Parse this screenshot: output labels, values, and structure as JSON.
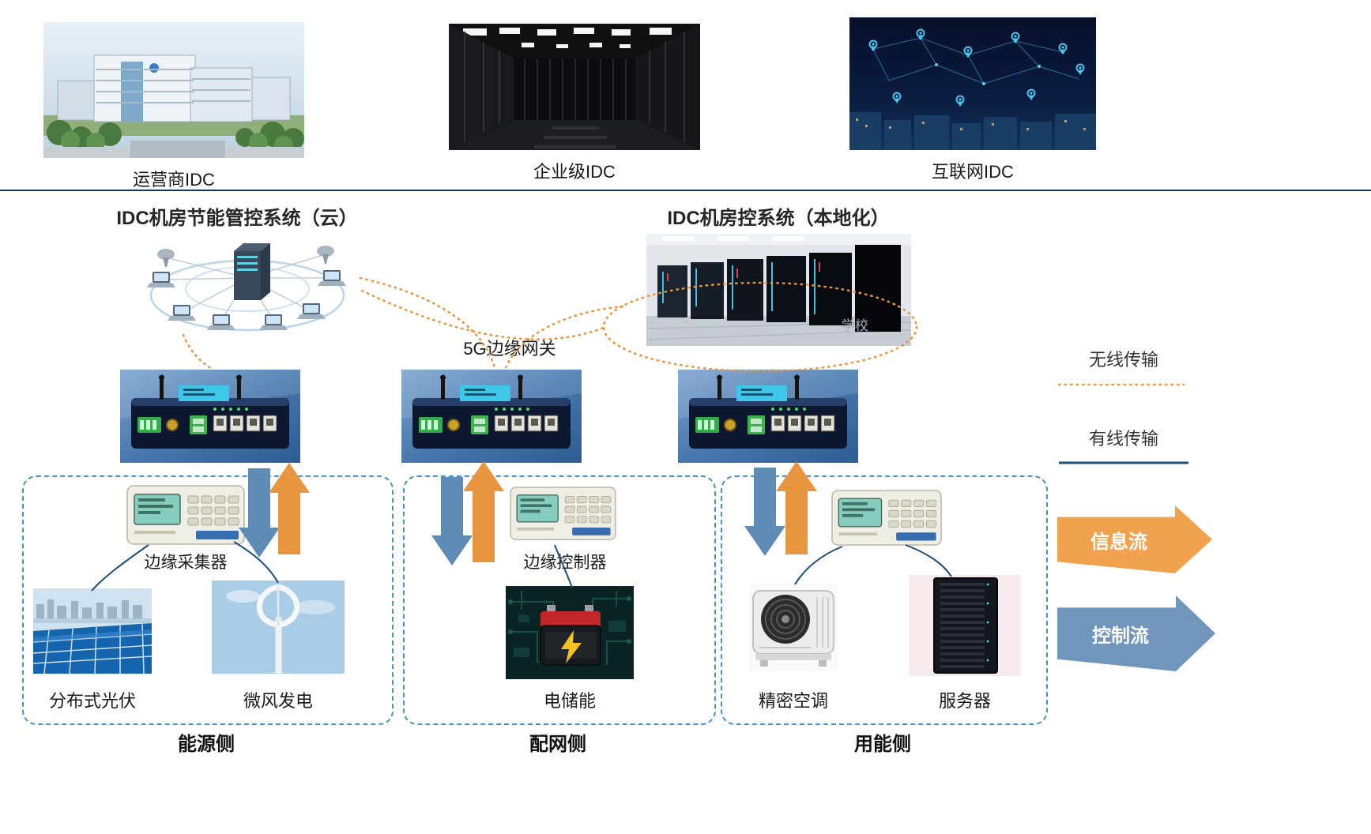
{
  "top_row": {
    "items": [
      {
        "id": "operator",
        "label": "运营商IDC"
      },
      {
        "id": "enterprise",
        "label": "企业级IDC"
      },
      {
        "id": "internet",
        "label": "互联网IDC"
      }
    ]
  },
  "systems": {
    "cloud_title": "IDC机房节能管控系统（云）",
    "local_title": "IDC机房控系统（本地化）",
    "local_watermark": "学校",
    "gateway_label": "5G边缘网关"
  },
  "legend": {
    "wireless_label": "无线传输",
    "wired_label": "有线传输",
    "info_flow_label": "信息流",
    "control_flow_label": "控制流"
  },
  "zones": {
    "energy": {
      "title": "能源侧",
      "device_label": "边缘采集器",
      "items": [
        {
          "label": "分布式光伏"
        },
        {
          "label": "微风发电"
        }
      ]
    },
    "grid": {
      "title": "配网侧",
      "device_label": "边缘控制器",
      "items": [
        {
          "label": "电储能"
        }
      ]
    },
    "load": {
      "title": "用能侧",
      "items": [
        {
          "label": "精密空调"
        },
        {
          "label": "服务器"
        }
      ]
    }
  },
  "colors": {
    "info_flow_orange": "#F0A24F",
    "control_flow_blue": "#7096BC",
    "wireless_dotted_orange": "#E8943A",
    "wired_blue": "#1F4E79",
    "zone_border_blue": "#4A90C8"
  }
}
